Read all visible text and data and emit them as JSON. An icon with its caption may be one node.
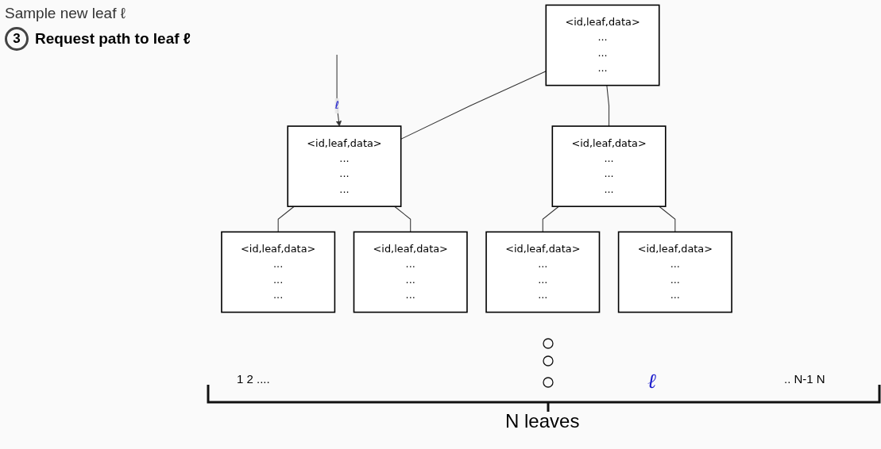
{
  "diagram": {
    "nodes": [
      {
        "text": [
          "<id,leaf,data>",
          "...",
          "...",
          "..."
        ]
      },
      {
        "text": [
          "<id,leaf,data>",
          "...",
          "...",
          "..."
        ]
      },
      {
        "text": [
          "<id,leaf,data>",
          "...",
          "...",
          "..."
        ]
      },
      {
        "text": [
          "<id,leaf,data>",
          "...",
          "...",
          "..."
        ]
      },
      {
        "text": [
          "<id,leaf,data>",
          "...",
          "...",
          "..."
        ]
      },
      {
        "text": [
          "<id,leaf,data>",
          "...",
          "...",
          "..."
        ]
      },
      {
        "text": [
          "<id,leaf,data>",
          "...",
          "...",
          "..."
        ]
      }
    ],
    "edges": [
      {
        "from": null,
        "to": 1,
        "arrow": "to",
        "label": "ℓ"
      },
      {
        "from": 0,
        "to": 1,
        "arrow": "none"
      },
      {
        "from": 0,
        "to": 2,
        "arrow": "none"
      },
      {
        "from": 1,
        "to": 3,
        "arrow": "none"
      },
      {
        "from": 1,
        "to": 4,
        "arrow": "none"
      },
      {
        "from": 2,
        "to": 5,
        "arrow": "none"
      },
      {
        "from": 2,
        "to": 6,
        "arrow": "none"
      }
    ],
    "labels": [
      "Sample new leaf ℓ",
      "3",
      "Request path to leaf ℓ",
      "1 2 ....",
      "ℓ",
      ".. N-1 N",
      "N leaves"
    ]
  }
}
